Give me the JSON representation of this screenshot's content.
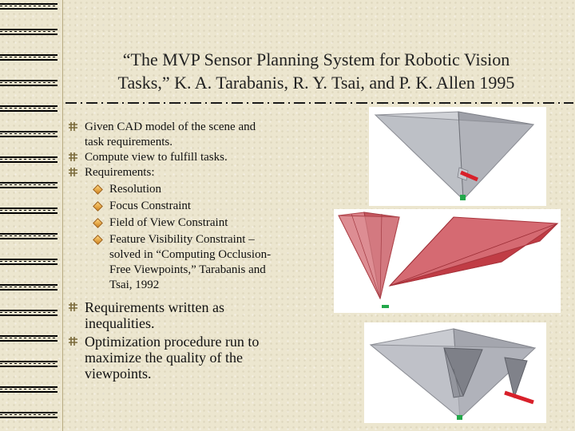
{
  "slide": {
    "title_line1": "“The MVP Sensor Planning System for Robotic Vision",
    "title_line2": "Tasks,” K. A. Tarabanis, R. Y. Tsai, and P. K. Allen 1995"
  },
  "bullets": {
    "b1_line1": "Given CAD model of the scene and",
    "b1_line2": "task requirements.",
    "b2": "Compute view to fulfill tasks.",
    "b3": "Requirements:",
    "sub1": "Resolution",
    "sub2": "Focus Constraint",
    "sub3": "Field of View Constraint",
    "sub4_line1": "Feature Visibility Constraint –",
    "sub4_line2": "solved in “Computing Occlusion-",
    "sub4_line3": "Free Viewpoints,” Tarabanis and",
    "sub4_line4": "Tsai, 1992",
    "b4_line1": "Requirements written as",
    "b4_line2": "inequalities.",
    "b5_line1": "Optimization procedure run to",
    "b5_line2": "maximize the quality of the",
    "b5_line3": "viewpoints."
  },
  "colors": {
    "background": "#ece6cf",
    "cone_gray": "#a8aab2",
    "cone_red": "#c4454d",
    "feature_red": "#d8202a",
    "target_green": "#22a84a"
  },
  "icons": {
    "bullet": "hash-bullet-icon",
    "sub_bullet": "diamond-bullet-icon"
  }
}
